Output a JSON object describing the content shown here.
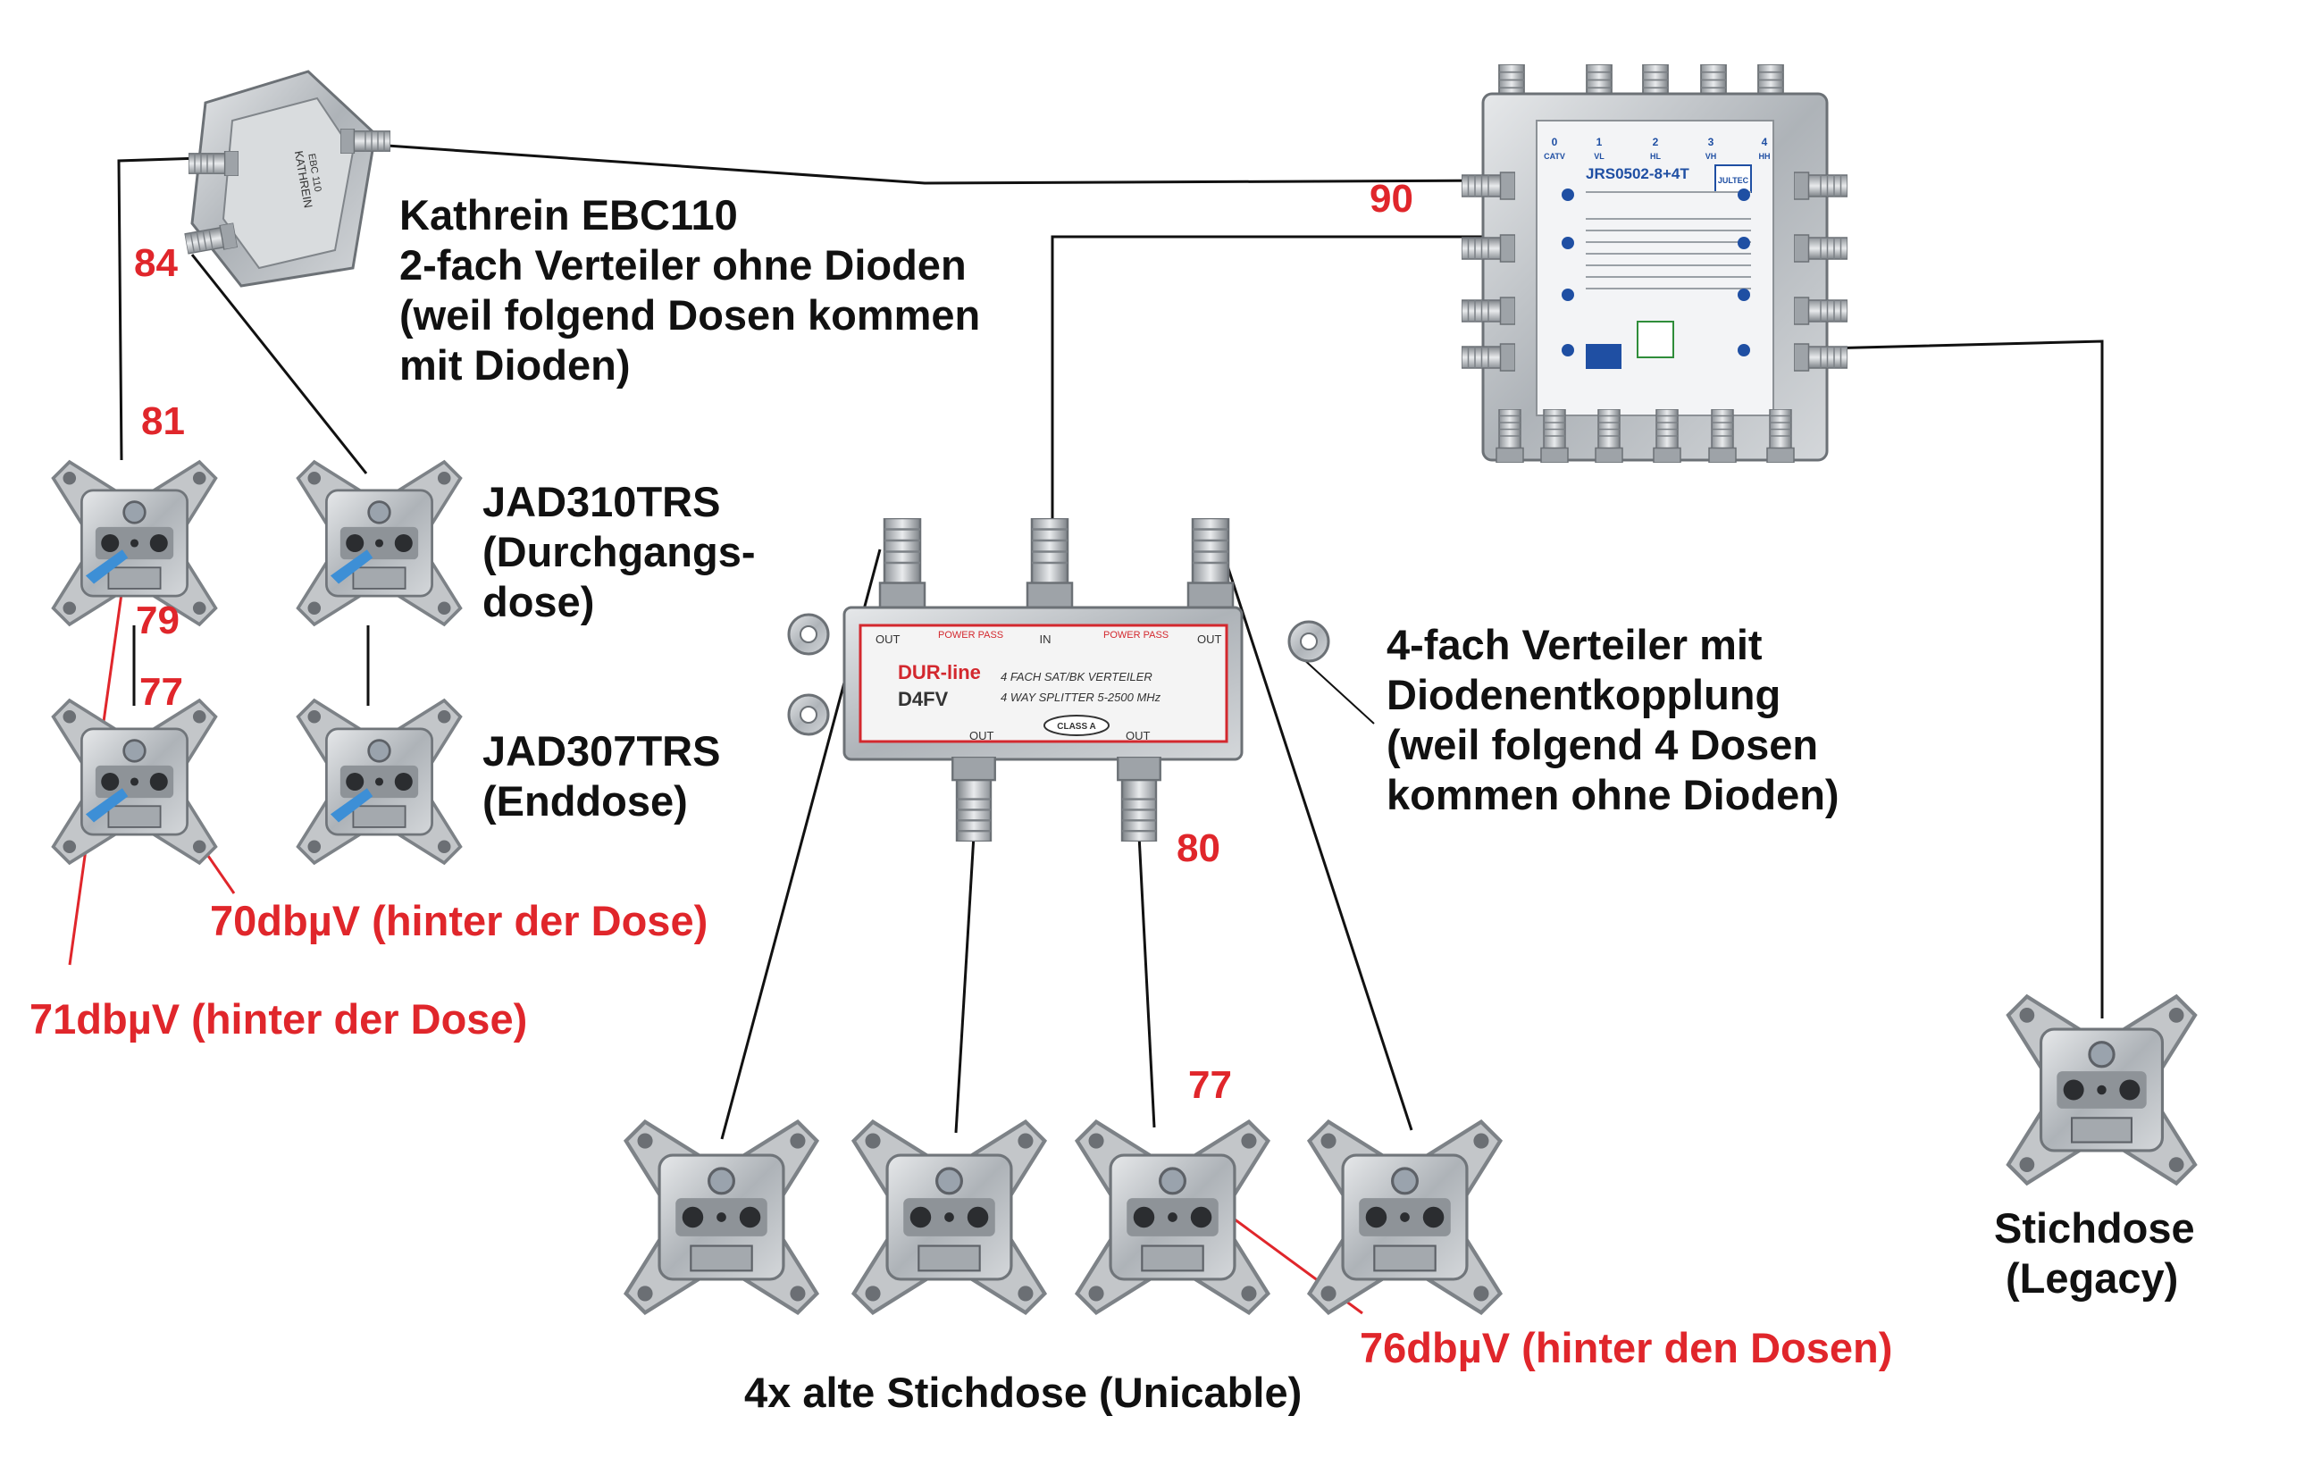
{
  "labels": {
    "kathrein_name": "Kathrein EBC110",
    "kathrein_desc1": "2-fach Verteiler ohne Dioden",
    "kathrein_desc2": "(weil folgend Dosen kommen",
    "kathrein_desc3": "mit Dioden)",
    "jad310_1": "JAD310TRS",
    "jad310_2": "(Durchgangs-",
    "jad310_3": "dose)",
    "jad307_1": "JAD307TRS",
    "jad307_2": "(Enddose)",
    "splitter4_1": "4-fach Verteiler mit",
    "splitter4_2": "Diodenentkopplung",
    "splitter4_3": "(weil folgend 4 Dosen",
    "splitter4_4": "kommen ohne Dioden)",
    "stich_1": "Stichdose",
    "stich_2": "(Legacy)",
    "unicable": "4x alte Stichdose (Unicable)",
    "meas_70": "70dbµV (hinter der Dose)",
    "meas_71": "71dbµV (hinter der Dose)",
    "meas_76": "76dbµV (hinter den Dosen)"
  },
  "levels": {
    "l90": "90",
    "l84": "84",
    "l81": "81",
    "l79": "79",
    "l77a": "77",
    "l80": "80",
    "l77b": "77"
  },
  "devices": {
    "multiswitch_model": "JRS0502-8+4T",
    "multiswitch_brand": "JULTEC",
    "multiswitch_ports": [
      "0",
      "1",
      "2",
      "3",
      "4"
    ],
    "multiswitch_port_bands": [
      "CATV",
      "VL",
      "HL",
      "VH",
      "HH"
    ],
    "splitter_brand": "DUR-line",
    "splitter_model": "D4FV",
    "splitter_desc1": "4 FACH SAT/BK VERTEILER",
    "splitter_desc2": "4 WAY SPLITTER  5-2500 MHz",
    "splitter_class": "CLASS A",
    "splitter_in": "IN",
    "splitter_out": "OUT",
    "splitter_power_pass": "POWER PASS",
    "kathrein_brand": "KATHREIN",
    "kathrein_model": "EBC 110"
  },
  "colors": {
    "measurement_red": "#e0262b",
    "metal": "#b9bdc2",
    "multiswitch_blue": "#1f4fa3"
  }
}
